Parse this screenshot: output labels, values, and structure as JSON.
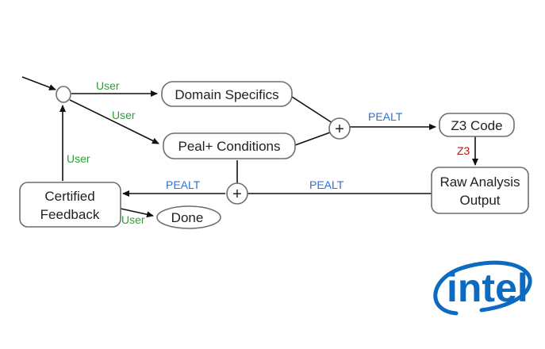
{
  "nodes": {
    "domain_specifics": "Domain Specifics",
    "peal_conditions": "Peal+ Conditions",
    "z3_code": "Z3 Code",
    "raw_analysis_line1": "Raw Analysis",
    "raw_analysis_line2": "Output",
    "certified_line1": "Certified",
    "certified_line2": "Feedback",
    "done": "Done",
    "plus_symbol": "+"
  },
  "edge_labels": {
    "user_to_domain": "User",
    "user_to_conditions": "User",
    "peal_to_z3": "PEALT",
    "z3_to_raw": "Z3",
    "raw_to_join": "PEALT",
    "join_to_certified": "PEALT",
    "certified_to_start": "User",
    "certified_to_done": "User"
  },
  "logo": {
    "text": "intel",
    "color": "#0a6bc1"
  },
  "colors": {
    "user": "#2e9e36",
    "pealt": "#2c6fd6",
    "z3": "#b01c1c"
  }
}
